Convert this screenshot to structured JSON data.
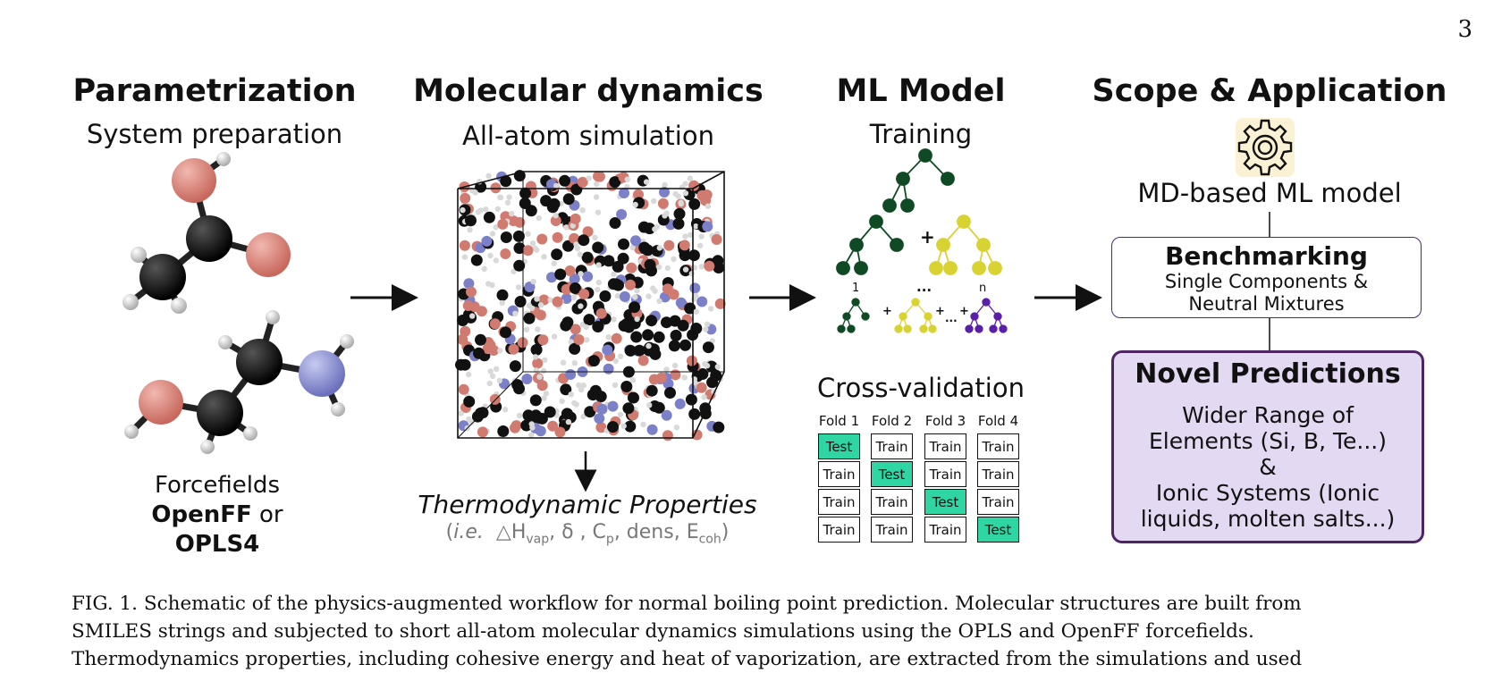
{
  "page_number": "3",
  "columns": [
    {
      "title": "Parametrization",
      "subtitle": "System preparation"
    },
    {
      "title": "Molecular dynamics",
      "subtitle": "All-atom simulation"
    },
    {
      "title": "ML Model",
      "subtitle": "Training"
    },
    {
      "title": "Scope & Application",
      "subtitle": "MD-based ML model"
    }
  ],
  "forcefields": {
    "label": "Forcefields",
    "opt1": "OpenFF",
    "or": "or",
    "opt2": "OPLS4"
  },
  "thermo": {
    "title": "Thermodynamic Properties",
    "ie": "i.e.",
    "dh": "△H",
    "dh_sub": "vap",
    "rest1": ", δ , C",
    "cp_sub": "p",
    "rest2": ", dens, E",
    "coh_sub": "coh"
  },
  "ensemble": {
    "label_first": "1",
    "label_dots": "...",
    "label_n": "n",
    "plus": "+",
    "mini_plus": "+",
    "mini_dots": "..."
  },
  "cross_validation": {
    "title": "Cross-validation",
    "folds": [
      "Fold 1",
      "Fold 2",
      "Fold 3",
      "Fold 4"
    ],
    "grid": [
      [
        "Test",
        "Train",
        "Train",
        "Train"
      ],
      [
        "Train",
        "Test",
        "Train",
        "Train"
      ],
      [
        "Train",
        "Train",
        "Test",
        "Train"
      ],
      [
        "Train",
        "Train",
        "Train",
        "Test"
      ]
    ]
  },
  "benchmarking": {
    "title": "Benchmarking",
    "line1": "Single Components &",
    "line2": "Neutral Mixtures"
  },
  "novel": {
    "title": "Novel Predictions",
    "line1": "Wider Range of",
    "line2": "Elements (Si, B, Te...)",
    "line3": "&",
    "line4": "Ionic Systems (Ionic",
    "line5": "liquids, molten salts...)"
  },
  "caption": [
    "FIG. 1. Schematic of the physics-augmented workflow for normal boiling point prediction. Molecular structures are built from",
    "SMILES strings and subjected to short all-atom molecular dynamics simulations using the OPLS and OpenFF forcefields.",
    "Thermodynamics properties, including cohesive energy and heat of vaporization, are extracted from the simulations and used"
  ],
  "colors": {
    "oxygen": "#d07a70",
    "carbon": "#111111",
    "nitrogen": "#7b80c8",
    "hydrogen": "#d9d9d9",
    "tree_green": "#0f4a25",
    "tree_yellow": "#d9d233",
    "tree_purple": "#5a1ea8",
    "test_cell": "#2fd6a4",
    "novel_fill": "#e4d9f2",
    "box_border": "#4e2463",
    "gear_bg": "#fbf1d4"
  }
}
